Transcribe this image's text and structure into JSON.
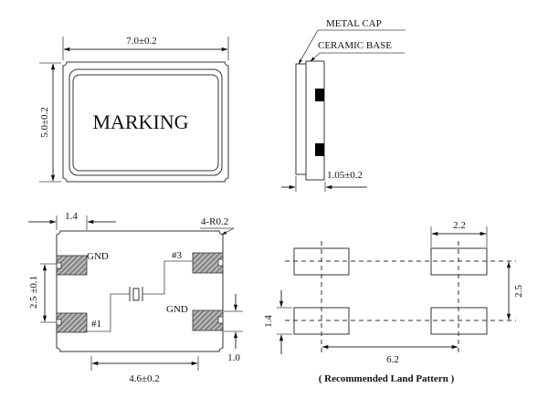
{
  "top_view": {
    "marking_label": "MARKING",
    "width_dim": "7.0±0.2",
    "height_dim": "5.0±0.2"
  },
  "side_view": {
    "metal_cap_label": "METAL CAP",
    "ceramic_base_label": "CERAMIC BASE",
    "thickness_dim": "1.05±0.2"
  },
  "bottom_view": {
    "pad_width_dim": "1.4",
    "corner_radius_label": "4-R0.2",
    "pad_pitch_v_dim": "2.5 ±0.1",
    "pad_height_dim": "1.0",
    "pad_span_dim": "4.6±0.2",
    "pins": [
      {
        "label": "GND"
      },
      {
        "label": "#1"
      },
      {
        "label": "#3"
      },
      {
        "label": "GND"
      }
    ]
  },
  "land_pattern": {
    "title": "( Recommended Land Pattern )",
    "pad_width_dim": "2.2",
    "pad_pitch_v_dim": "2.5",
    "pad_height_dim": "1.4",
    "pad_pitch_h_dim": "6.2",
    "pad_fill_color": "#d3d3d3"
  }
}
